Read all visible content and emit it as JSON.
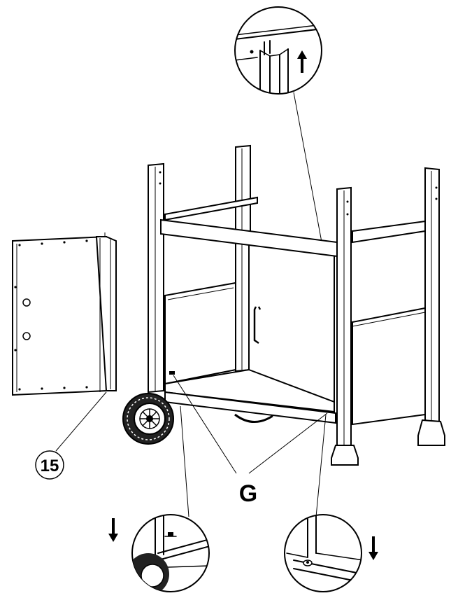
{
  "figure": {
    "part_number": "15",
    "hardware_label": "G",
    "arrow_up_icon": "arrow-up",
    "arrow_down_icon": "arrow-down",
    "line_color": "#000000",
    "background_color": "#ffffff"
  }
}
